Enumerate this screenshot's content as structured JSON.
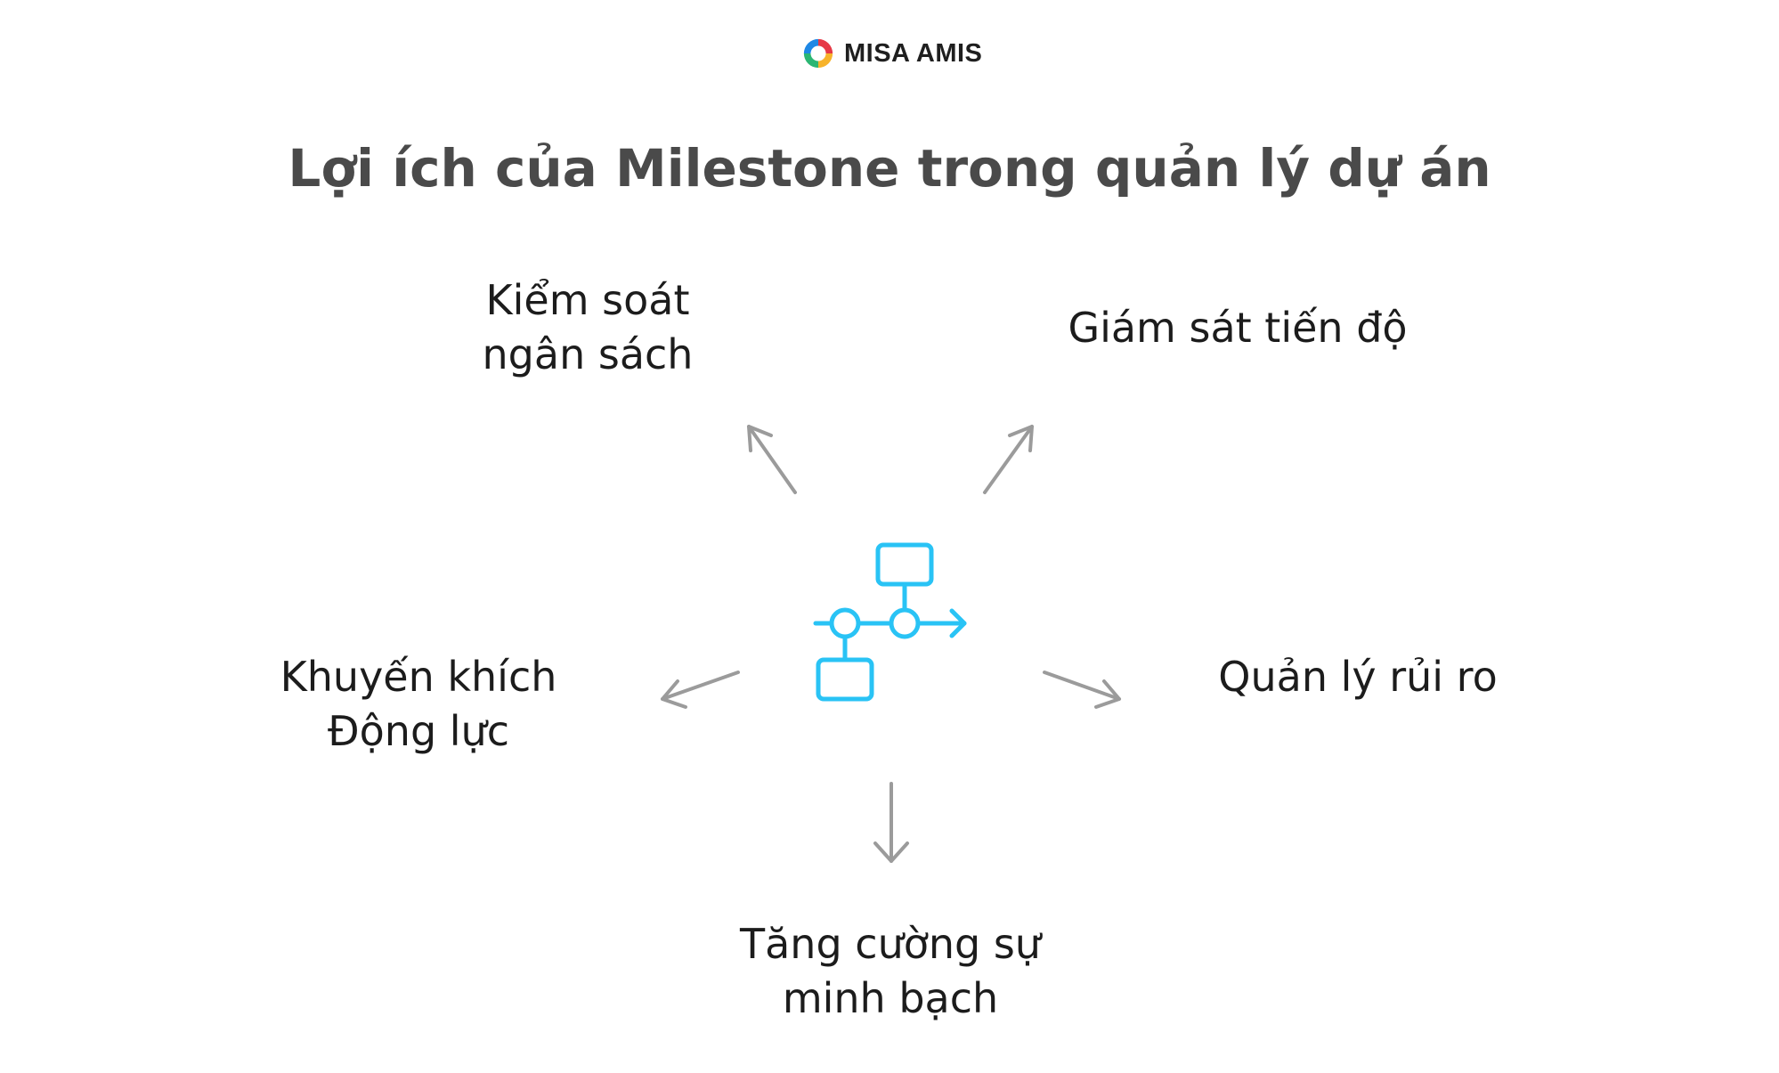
{
  "logo": {
    "text": "MISA AMIS",
    "icon": "misa-ring-icon",
    "colors": [
      "#e63946",
      "#f7b32b",
      "#2bb673",
      "#1e88e5"
    ]
  },
  "title": "Lợi ích của Milestone trong quản lý dự án",
  "center_icon": {
    "name": "milestone-flow-icon",
    "color": "#29c3f5"
  },
  "arrow_color": "#9b9b9b",
  "nodes": {
    "budget": {
      "lines": [
        "Kiểm soát",
        "ngân sách"
      ]
    },
    "progress": {
      "lines": [
        "Giám sát tiến độ"
      ]
    },
    "motivation": {
      "lines": [
        "Khuyến khích",
        "Động lực"
      ]
    },
    "risk": {
      "lines": [
        "Quản lý rủi ro"
      ]
    },
    "transparency": {
      "lines": [
        "Tăng cường sự",
        "minh bạch"
      ]
    }
  }
}
